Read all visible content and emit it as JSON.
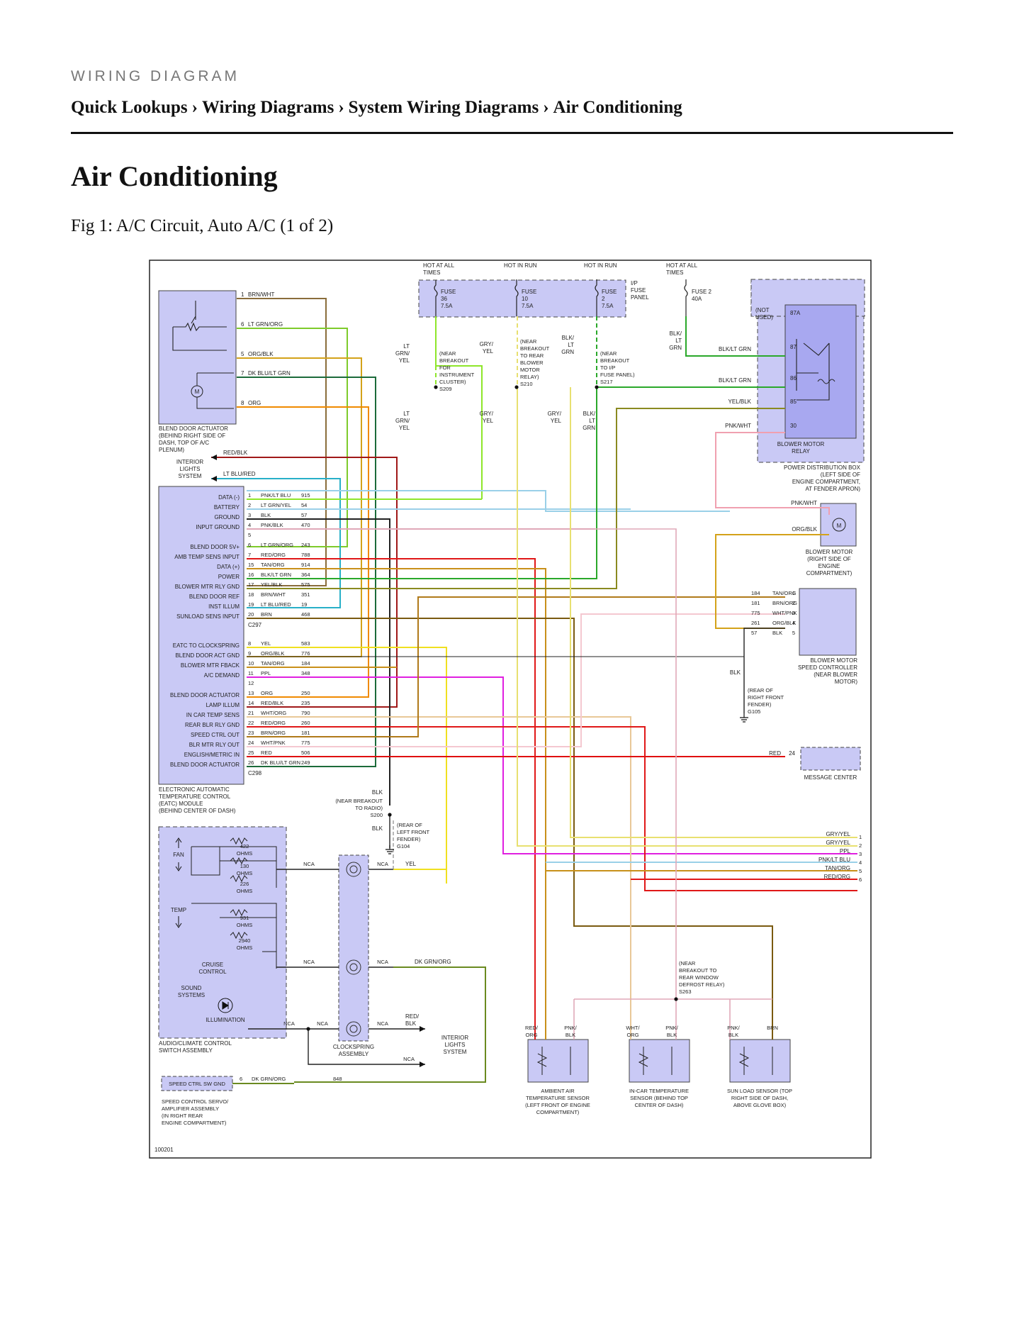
{
  "header": {
    "kicker": "WIRING DIAGRAM",
    "breadcrumb": [
      "Quick Lookups",
      "Wiring Diagrams",
      "System Wiring Diagrams",
      "Air Conditioning"
    ],
    "separator": "›"
  },
  "page": {
    "title": "Air Conditioning",
    "figure_caption": "Fig 1: A/C Circuit, Auto A/C (1 of 2)"
  },
  "diagram": {
    "id": "100201",
    "fuses": [
      {
        "feed": "HOT AT ALL TIMES",
        "label": "FUSE 36 7.5A"
      },
      {
        "feed": "HOT IN RUN",
        "label": "FUSE 10 7.5A"
      },
      {
        "feed": "HOT IN RUN",
        "label": "FUSE 2 7.5A"
      },
      {
        "feed": "HOT AT ALL TIMES",
        "label": "FUSE 2 40A"
      }
    ],
    "ip_panel": "I/P FUSE PANEL",
    "splices": [
      {
        "id": "S209",
        "note": "(NEAR BREAKOUT FOR INSTRUMENT CLUSTER)"
      },
      {
        "id": "S210",
        "note": "(NEAR BREAKOUT TO REAR BLOWER MOTOR RELAY)"
      },
      {
        "id": "S217",
        "note": "(NEAR BREAKOUT TO I/P FUSE PANEL)"
      },
      {
        "id": "S200",
        "note": "(NEAR BREAKOUT TO RADIO)"
      },
      {
        "id": "S263",
        "note": "(NEAR BREAKOUT TO REAR WINDOW DEFROST RELAY)"
      }
    ],
    "grounds": [
      {
        "id": "G104",
        "note": "(REAR OF LEFT FRONT FENDER)"
      },
      {
        "id": "G105",
        "note": "(REAR OF RIGHT FRONT FENDER)"
      }
    ],
    "blend_actuator": {
      "title": "BLEND DOOR ACTUATOR (BEHIND RIGHT SIDE OF DASH, TOP OF A/C PLENUM)",
      "pins": [
        {
          "pin": "1",
          "wire": "BRN/WHT"
        },
        {
          "pin": "6",
          "wire": "LT GRN/ORG"
        },
        {
          "pin": "5",
          "wire": "ORG/BLK"
        },
        {
          "pin": "7",
          "wire": "DK BLU/LT GRN"
        },
        {
          "pin": "8",
          "wire": "ORG"
        }
      ]
    },
    "interior_lights": "INTERIOR LIGHTS SYSTEM",
    "interior_wires": [
      "RED/BLK",
      "LT BLU/RED"
    ],
    "eatc": {
      "title": "ELECTRONIC AUTOMATIC TEMPERATURE CONTROL (EATC) MODULE (BEHIND CENTER OF DASH)",
      "connector1": "C297",
      "connector2": "C298",
      "pins1": [
        {
          "func": "DATA (-)",
          "pin": "1",
          "wire": "PNK/LT BLU",
          "circuit": "915"
        },
        {
          "func": "BATTERY",
          "pin": "2",
          "wire": "LT GRN/YEL",
          "circuit": "54"
        },
        {
          "func": "GROUND",
          "pin": "3",
          "wire": "BLK",
          "circuit": "57"
        },
        {
          "func": "INPUT GROUND",
          "pin": "4",
          "wire": "PNK/BLK",
          "circuit": "470"
        },
        {
          "func": "",
          "pin": "5",
          "wire": "",
          "circuit": ""
        },
        {
          "func": "BLEND DOOR 5V+",
          "pin": "6",
          "wire": "LT GRN/ORG",
          "circuit": "243"
        },
        {
          "func": "AMB TEMP SENS INPUT",
          "pin": "7",
          "wire": "RED/ORG",
          "circuit": "788"
        },
        {
          "func": "DATA (+)",
          "pin": "15",
          "wire": "TAN/ORG",
          "circuit": "914"
        },
        {
          "func": "POWER",
          "pin": "16",
          "wire": "BLK/LT GRN",
          "circuit": "364"
        },
        {
          "func": "BLOWER MTR RLY GND",
          "pin": "17",
          "wire": "YEL/BLK",
          "circuit": "575"
        },
        {
          "func": "BLEND DOOR REF",
          "pin": "18",
          "wire": "BRN/WHT",
          "circuit": "351"
        },
        {
          "func": "INST ILLUM",
          "pin": "19",
          "wire": "LT BLU/RED",
          "circuit": "19"
        },
        {
          "func": "SUNLOAD SENS INPUT",
          "pin": "20",
          "wire": "BRN",
          "circuit": "468"
        }
      ],
      "pins2": [
        {
          "func": "EATC TO CLOCKSPRING",
          "pin": "8",
          "wire": "YEL",
          "circuit": "583"
        },
        {
          "func": "BLEND DOOR ACT GND",
          "pin": "9",
          "wire": "ORG/BLK",
          "circuit": "776"
        },
        {
          "func": "BLOWER MTR FBACK",
          "pin": "10",
          "wire": "TAN/ORG",
          "circuit": "184"
        },
        {
          "func": "A/C DEMAND",
          "pin": "11",
          "wire": "PPL",
          "circuit": "348"
        },
        {
          "func": "",
          "pin": "12",
          "wire": "",
          "circuit": ""
        },
        {
          "func": "BLEND DOOR ACTUATOR",
          "pin": "13",
          "wire": "ORG",
          "circuit": "250"
        },
        {
          "func": "LAMP ILLUM",
          "pin": "14",
          "wire": "RED/BLK",
          "circuit": "235"
        },
        {
          "func": "IN CAR TEMP SENS",
          "pin": "21",
          "wire": "WHT/ORG",
          "circuit": "790"
        },
        {
          "func": "REAR BLR RLY GND",
          "pin": "22",
          "wire": "RED/ORG",
          "circuit": "260"
        },
        {
          "func": "SPEED CTRL OUT",
          "pin": "23",
          "wire": "BRN/ORG",
          "circuit": "181"
        },
        {
          "func": "BLR MTR RLY OUT",
          "pin": "24",
          "wire": "WHT/PNK",
          "circuit": "775"
        },
        {
          "func": "ENGLISH/METRIC IN",
          "pin": "25",
          "wire": "RED",
          "circuit": "506"
        },
        {
          "func": "BLEND DOOR ACTUATOR",
          "pin": "26",
          "wire": "DK BLU/LT GRN",
          "circuit": "249"
        }
      ]
    },
    "relay": {
      "title": "BLOWER MOTOR RELAY",
      "not_used": "(NOT USED)",
      "pins": [
        {
          "pin": "87A",
          "wire": ""
        },
        {
          "pin": "87",
          "wire": "BLK/LT GRN"
        },
        {
          "pin": "86",
          "wire": "BLK/LT GRN"
        },
        {
          "pin": "85",
          "wire": "YEL/BLK"
        },
        {
          "pin": "30",
          "wire": "PNK/WHT"
        }
      ],
      "feed_wire": "BLK/ LT GRN"
    },
    "pdb": "POWER DISTRIBUTION BOX (LEFT SIDE OF ENGINE COMPARTMENT, AT FENDER APRON)",
    "blower_motor": {
      "title": "BLOWER MOTOR (RIGHT SIDE OF ENGINE COMPARTMENT)",
      "wires": [
        "PNK/WHT",
        "ORG/BLK"
      ]
    },
    "speed_controller": {
      "title": "BLOWER MOTOR SPEED CONTROLLER (NEAR BLOWER MOTOR)",
      "pins": [
        {
          "circuit": "184",
          "wire": "TAN/ORG",
          "pin": "1"
        },
        {
          "circuit": "181",
          "wire": "BRN/ORG",
          "pin": "2"
        },
        {
          "circuit": "775",
          "wire": "WHT/PNK",
          "pin": "3"
        },
        {
          "circuit": "261",
          "wire": "ORG/BLK",
          "pin": "4"
        },
        {
          "circuit": "57",
          "wire": "BLK",
          "pin": "5"
        }
      ],
      "ground_wire": "BLK"
    },
    "message_center": {
      "title": "MESSAGE CENTER",
      "wire": "RED",
      "pin": "24"
    },
    "connector_right": [
      {
        "wire": "GRY/YEL",
        "pin": "1"
      },
      {
        "wire": "GRY/YEL",
        "pin": "2"
      },
      {
        "wire": "PPL",
        "pin": "3"
      },
      {
        "wire": "PNK/LT BLU",
        "pin": "4"
      },
      {
        "wire": "TAN/ORG",
        "pin": "5"
      },
      {
        "wire": "RED/ORG",
        "pin": "6"
      }
    ],
    "switch_assy": {
      "title": "AUDIO/CLIMATE CONTROL SWITCH ASSEMBLY",
      "fan": "FAN",
      "temp": "TEMP",
      "resistors": [
        "422 OHMS",
        "130 OHMS",
        "226 OHMS",
        "931 OHMS",
        "2940 OHMS"
      ],
      "cruise": "CRUISE CONTROL",
      "sound": "SOUND SYSTEMS",
      "illum": "ILLUMINATION"
    },
    "clockspring": "CLOCKSPRING ASSEMBLY",
    "nca": "NCA",
    "servo": {
      "label": "SPEED CTRL SW GND",
      "pin": "6",
      "wire": "DK GRN/ORG",
      "circuit": "848",
      "title": "SPEED CONTROL SERVO/ AMPLIFIER ASSEMBLY (IN RIGHT REAR ENGINE COMPARTMENT)"
    },
    "sensors": [
      {
        "title": "AMBIENT AIR TEMPERATURE SENSOR (LEFT FRONT OF ENGINE COMPARTMENT)",
        "w1": "RED/ ORG",
        "w2": "PNK/ BLK"
      },
      {
        "title": "IN-CAR TEMPERATURE SENSOR (BEHIND TOP CENTER OF DASH)",
        "w1": "WHT/ ORG",
        "w2": "PNK/ BLK"
      },
      {
        "title": "SUN LOAD SENSOR (TOP RIGHT SIDE OF DASH, ABOVE GLOVE BOX)",
        "w1": "PNK/ BLK",
        "w2": "BRN"
      }
    ],
    "misc_wires": {
      "lt_grn_yel": "LT GRN/ YEL",
      "gry_yel": "GRY/ YEL",
      "blk_lt_grn": "BLK/ LT GRN",
      "blk": "BLK",
      "yel": "YEL",
      "dk_grn_org": "DK GRN/ORG",
      "red_blk": "RED/ BLK"
    }
  }
}
